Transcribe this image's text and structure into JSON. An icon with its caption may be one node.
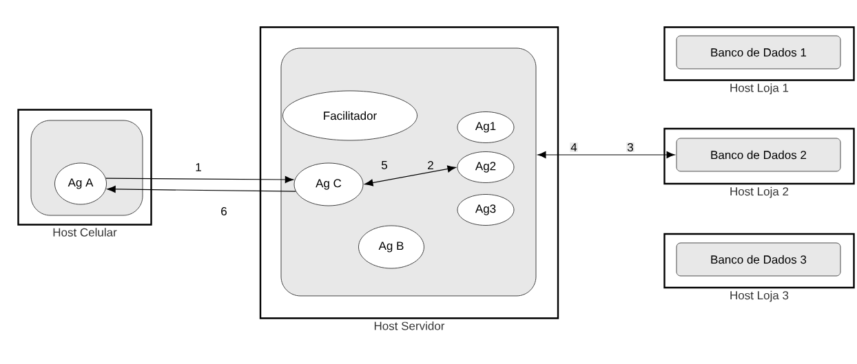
{
  "diagram": {
    "nodes": [
      {
        "text": [
          "Host Celular"
        ]
      },
      {
        "text": [],
        "shape": "box",
        "in": 0
      },
      {
        "text": [
          "Ag A"
        ],
        "in": 1
      },
      {
        "text": [
          "Host Servidor"
        ]
      },
      {
        "text": [],
        "shape": "box",
        "in": 3
      },
      {
        "text": [
          "Facilitador"
        ],
        "in": 4
      },
      {
        "text": [
          "Ag1"
        ],
        "in": 4
      },
      {
        "text": [
          "Ag C"
        ],
        "in": 4
      },
      {
        "text": [
          "Ag2"
        ],
        "in": 4
      },
      {
        "text": [
          "Ag3"
        ],
        "in": 4
      },
      {
        "text": [
          "Ag B"
        ],
        "in": 4
      },
      {
        "text": [
          "Host Loja 1"
        ]
      },
      {
        "text": [
          "Banco de Dados 1"
        ],
        "in": 11
      },
      {
        "text": [
          "Host Loja 2"
        ]
      },
      {
        "text": [
          "Banco de Dados 2"
        ],
        "in": 13
      },
      {
        "text": [
          "Host Loja 3"
        ]
      },
      {
        "text": [
          "Banco de Dados 3"
        ],
        "in": 15
      }
    ],
    "edges": [
      {
        "from": 2,
        "to": 7,
        "arrow": "to",
        "label": "1"
      },
      {
        "from": 7,
        "to": 2,
        "arrow": "to",
        "label": "6"
      },
      {
        "from": 7,
        "to": 8,
        "arrow": "both"
      },
      {
        "from": 4,
        "to": 14,
        "arrow": "both"
      }
    ],
    "labels": [
      "5",
      "2",
      "4",
      "3"
    ]
  }
}
